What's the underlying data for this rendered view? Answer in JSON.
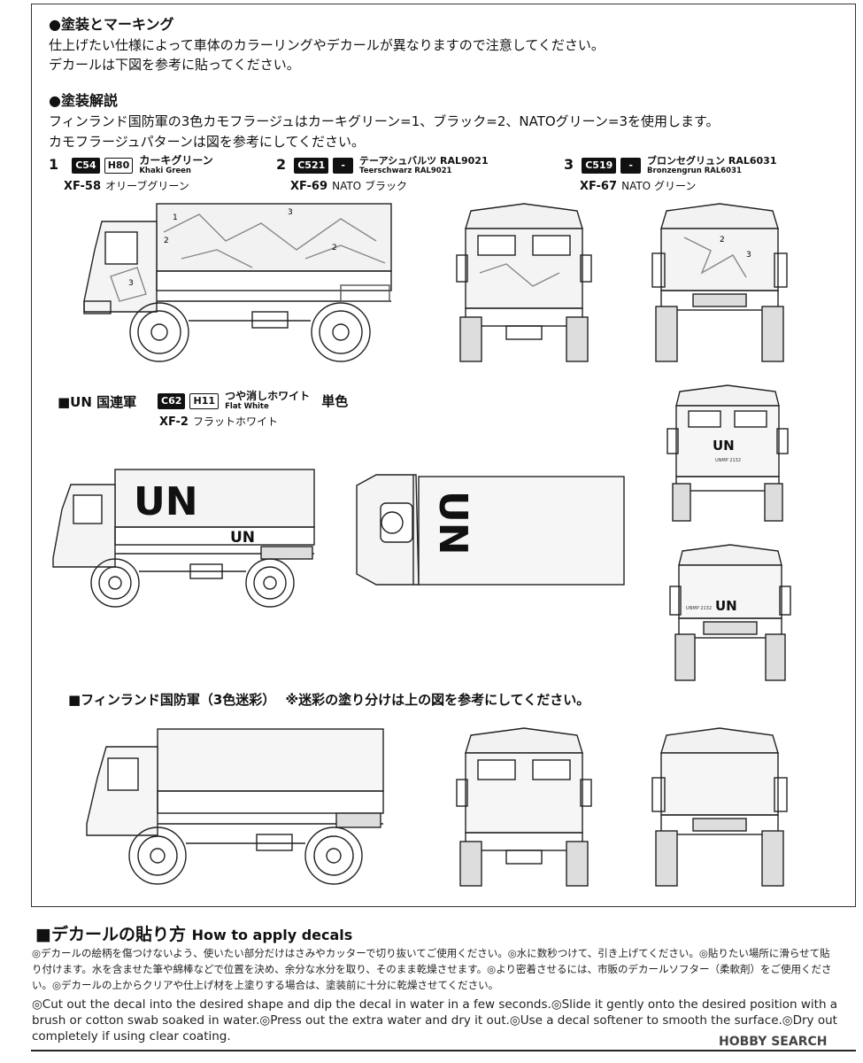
{
  "section_painting": {
    "heading": "●塗装とマーキング",
    "line1": "仕上げたい仕様によって車体のカラーリングやデカールが異なりますので注意してください。",
    "line2": "デカールは下図を参考に貼ってください。"
  },
  "section_paint_guide": {
    "heading": "●塗装解説",
    "line1": "フィンランド国防軍の3色カモフラージュはカーキグリーン=1、ブラック=2、NATOグリーン=3を使用します。",
    "line2": "カモフラージュパターンは図を参考にしてください。"
  },
  "paints": [
    {
      "num": "1",
      "code_a": "C54",
      "code_b": "H80",
      "name_jp": "カーキグリーン",
      "name_en": "Khaki Green",
      "xf": "XF-58",
      "xf_name": "オリーブグリーン"
    },
    {
      "num": "2",
      "code_a": "C521",
      "code_b": "-",
      "name_jp": "テーアシュバルツ RAL9021",
      "name_en": "Teerschwarz RAL9021",
      "xf": "XF-69",
      "xf_name": "NATO ブラック"
    },
    {
      "num": "3",
      "code_a": "C519",
      "code_b": "-",
      "name_jp": "ブロンセグリュン RAL6031",
      "name_en": "Bronzengrun RAL6031",
      "xf": "XF-67",
      "xf_name": "NATO グリーン"
    }
  ],
  "un_section": {
    "label": "■UN 国連軍",
    "code_a": "C62",
    "code_b": "H11",
    "name_jp": "つや消しホワイト",
    "name_en": "Flat White",
    "single": "単色",
    "xf": "XF-2",
    "xf_name": "フラットホワイト"
  },
  "markings": {
    "un_big": "UN",
    "un_small": "UN",
    "plate": "UNMP 2132",
    "camo_1": "1",
    "camo_2": "2",
    "camo_3": "3"
  },
  "finland_section": {
    "label": "■フィンランド国防軍（3色迷彩）",
    "note": "※迷彩の塗り分けは上の図を参考にしてください。"
  },
  "howto": {
    "title_jp": "■デカールの貼り方",
    "title_en": "How to apply decals",
    "text_jp": "◎デカールの絵柄を傷つけないよう、使いたい部分だけはさみやカッターで切り抜いてご使用ください。◎水に数秒つけて、引き上げてください。◎貼りたい場所に滑らせて貼り付けます。水を含ませた筆や綿棒などで位置を決め、余分な水分を取り、そのまま乾燥させます。◎より密着させるには、市販のデカールソフター（柔軟剤）をご使用ください。◎デカールの上からクリアや仕上げ材を上塗りする場合は、塗装前に十分に乾燥させてください。",
    "text_en": "◎Cut out the decal into the desired shape and dip the decal in water in a few seconds.◎Slide it gently onto the desired position with a brush or cotton swab soaked in water.◎Press out the extra water and dry it out.◎Use a decal softener to smooth the surface.◎Dry out completely if using clear coating."
  },
  "watermark": "HOBBY SEARCH"
}
